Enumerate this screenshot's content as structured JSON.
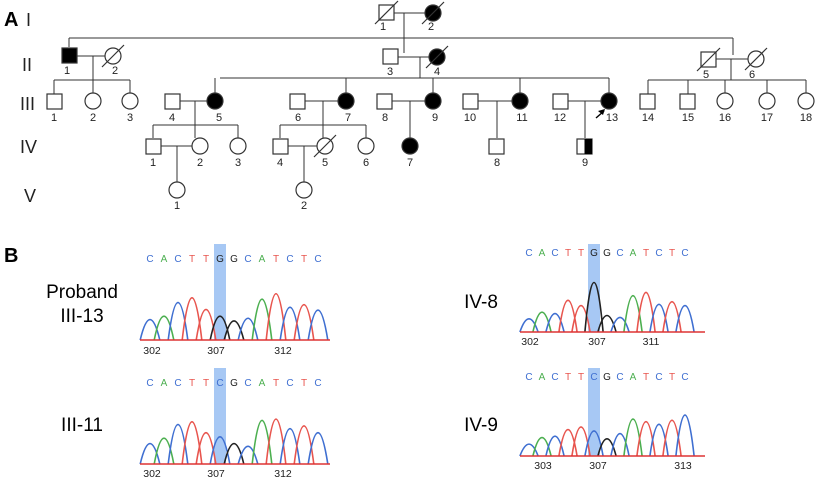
{
  "panels": {
    "a": "A",
    "b": "B"
  },
  "generations": [
    "I",
    "II",
    "III",
    "IV",
    "V"
  ],
  "pedigree": {
    "I": [
      {
        "n": "1",
        "sex": "m",
        "status": "deceased"
      },
      {
        "n": "2",
        "sex": "f",
        "status": "affected-deceased"
      }
    ],
    "II": [
      {
        "n": "1",
        "sex": "m",
        "status": "affected"
      },
      {
        "n": "2",
        "sex": "f",
        "status": "deceased"
      },
      {
        "n": "3",
        "sex": "m",
        "status": "unaffected"
      },
      {
        "n": "4",
        "sex": "f",
        "status": "affected-deceased"
      },
      {
        "n": "5",
        "sex": "m",
        "status": "deceased"
      },
      {
        "n": "6",
        "sex": "f",
        "status": "deceased"
      }
    ],
    "III": [
      {
        "n": "1",
        "sex": "m"
      },
      {
        "n": "2",
        "sex": "f"
      },
      {
        "n": "3",
        "sex": "f"
      },
      {
        "n": "4",
        "sex": "m"
      },
      {
        "n": "5",
        "sex": "f",
        "status": "affected"
      },
      {
        "n": "6",
        "sex": "m"
      },
      {
        "n": "7",
        "sex": "f",
        "status": "affected"
      },
      {
        "n": "8",
        "sex": "m"
      },
      {
        "n": "9",
        "sex": "f",
        "status": "affected"
      },
      {
        "n": "10",
        "sex": "m"
      },
      {
        "n": "11",
        "sex": "f",
        "status": "affected"
      },
      {
        "n": "12",
        "sex": "m"
      },
      {
        "n": "13",
        "sex": "f",
        "status": "affected-proband"
      },
      {
        "n": "14",
        "sex": "m"
      },
      {
        "n": "15",
        "sex": "m"
      },
      {
        "n": "16",
        "sex": "f"
      },
      {
        "n": "17",
        "sex": "f"
      },
      {
        "n": "18",
        "sex": "f"
      }
    ],
    "IV": [
      {
        "n": "1",
        "sex": "m"
      },
      {
        "n": "2",
        "sex": "f"
      },
      {
        "n": "3",
        "sex": "f"
      },
      {
        "n": "4",
        "sex": "m"
      },
      {
        "n": "5",
        "sex": "f",
        "status": "deceased"
      },
      {
        "n": "6",
        "sex": "f"
      },
      {
        "n": "7",
        "sex": "f",
        "status": "affected"
      },
      {
        "n": "8",
        "sex": "m"
      },
      {
        "n": "9",
        "sex": "m",
        "status": "half-filled"
      }
    ],
    "V": [
      {
        "n": "1",
        "sex": "f"
      },
      {
        "n": "2",
        "sex": "f"
      }
    ]
  },
  "sequence": {
    "bases": [
      "C",
      "A",
      "C",
      "T",
      "T",
      "G",
      "G",
      "C",
      "A",
      "T",
      "C",
      "T",
      "C"
    ],
    "base_colors": {
      "A": "#4caf50",
      "C": "#3f6fd1",
      "G": "#222222",
      "T": "#e8554e"
    },
    "highlight_color": "#8ab6f0"
  },
  "traces": [
    {
      "label_lines": [
        "Proband",
        "III-13"
      ],
      "variant_base": "G",
      "positions": [
        "302",
        "307",
        "312"
      ]
    },
    {
      "label_lines": [
        "IV-8"
      ],
      "variant_base": "G",
      "positions": [
        "302",
        "307",
        "311"
      ]
    },
    {
      "label_lines": [
        "III-11"
      ],
      "variant_base": "C",
      "positions": [
        "302",
        "307",
        "312"
      ]
    },
    {
      "label_lines": [
        "IV-9"
      ],
      "variant_base": "C",
      "positions": [
        "303",
        "307",
        "313"
      ]
    }
  ]
}
